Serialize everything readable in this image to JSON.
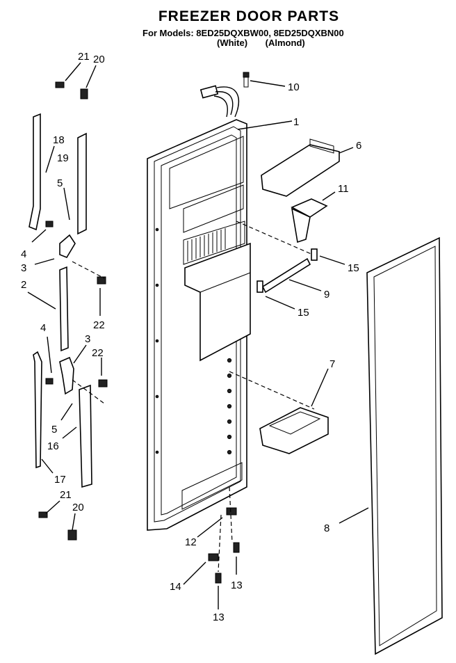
{
  "header": {
    "title": "FREEZER DOOR PARTS",
    "models_prefix": "For Models:",
    "model_white": "8ED25DQXBW00,",
    "model_almond": "8ED25DQXBN00",
    "color_white": "(White)",
    "color_almond": "(Almond)"
  },
  "callouts": {
    "c1": "1",
    "c2": "2",
    "c3a": "3",
    "c3b": "3",
    "c4a": "4",
    "c4b": "4",
    "c5a": "5",
    "c5b": "5",
    "c6": "6",
    "c7": "7",
    "c8": "8",
    "c9": "9",
    "c10": "10",
    "c11": "11",
    "c12": "12",
    "c13a": "13",
    "c13b": "13",
    "c14": "14",
    "c15a": "15",
    "c15b": "15",
    "c16": "16",
    "c17": "17",
    "c18": "18",
    "c19": "19",
    "c20a": "20",
    "c20b": "20",
    "c21a": "21",
    "c21b": "21",
    "c22a": "22",
    "c22b": "22"
  }
}
